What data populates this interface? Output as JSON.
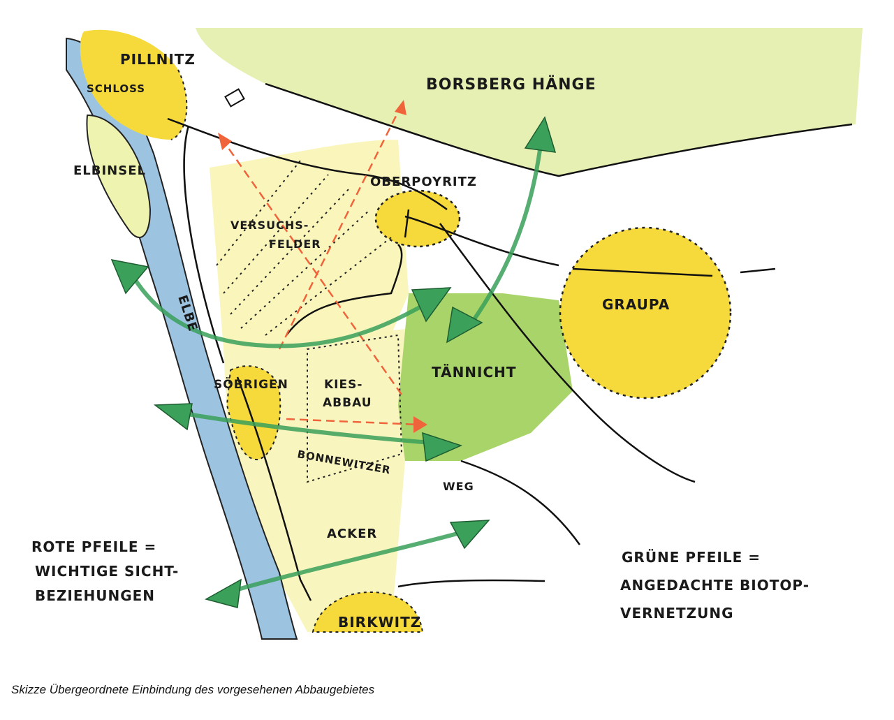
{
  "labels": {
    "pillnitz": "PILLNITZ",
    "schloss": "SCHLOSS",
    "borsberg": "BORSBERG HÄNGE",
    "elbinsel": "ELBINSEL",
    "oberpoyritz": "OBERPOYRITZ",
    "versuchsfelder_1": "VERSUCHS-",
    "versuchsfelder_2": "FELDER",
    "graupa": "GRAUPA",
    "taennicht": "TÄNNICHT",
    "soebrigen": "SÖBRIGEN",
    "kiesabbau_1": "KIES-",
    "kiesabbau_2": "ABBAU",
    "bonnewitzer": "BONNEWITZER",
    "weg": "WEG",
    "acker": "ACKER",
    "birkwitz": "BIRKWITZ",
    "elbe": "ELBE"
  },
  "legend": {
    "red_1": "ROTE PFEILE =",
    "red_2": "WICHTIGE SICHT-",
    "red_3": "BEZIEHUNGEN",
    "green_1": "GRÜNE PFEILE =",
    "green_2": "ANGEDACHTE BIOTOP-",
    "green_3": "VERNETZUNG"
  },
  "caption": "Skizze Übergeordnete Einbindung des vorgesehenen Abbaugebietes",
  "colors": {
    "river": "#9cc3e0",
    "settlement": "#f6d93a",
    "forest": "#a8d46a",
    "hills": "#e4efb0",
    "fields": "#f8f4b8",
    "red_arrow": "#f0643c",
    "green_arrow": "#3aa05a"
  }
}
